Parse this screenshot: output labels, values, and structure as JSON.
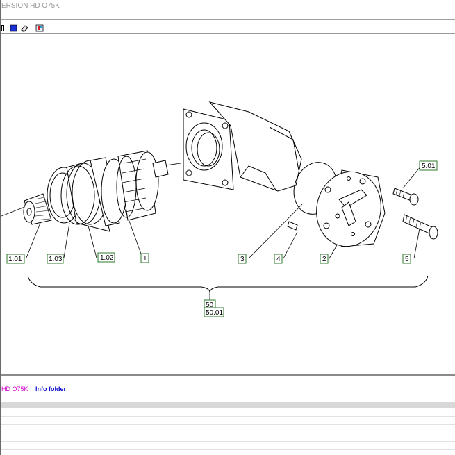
{
  "window": {
    "title": "ERSION HD O75K"
  },
  "toolbar": {
    "icons": [
      "book-icon",
      "stop-icon",
      "eraser-icon",
      "image-export-icon"
    ]
  },
  "drawing": {
    "callouts": {
      "c101": "1.01",
      "c103": "1.03",
      "c102": "1.02",
      "c1": "1",
      "c3": "3",
      "c4": "4",
      "c2": "2",
      "c5": "5",
      "c501": "5.01",
      "c50": "50",
      "c5001": "50.01"
    }
  },
  "tabs": {
    "document": "HD O75K",
    "info": "Info folder"
  }
}
